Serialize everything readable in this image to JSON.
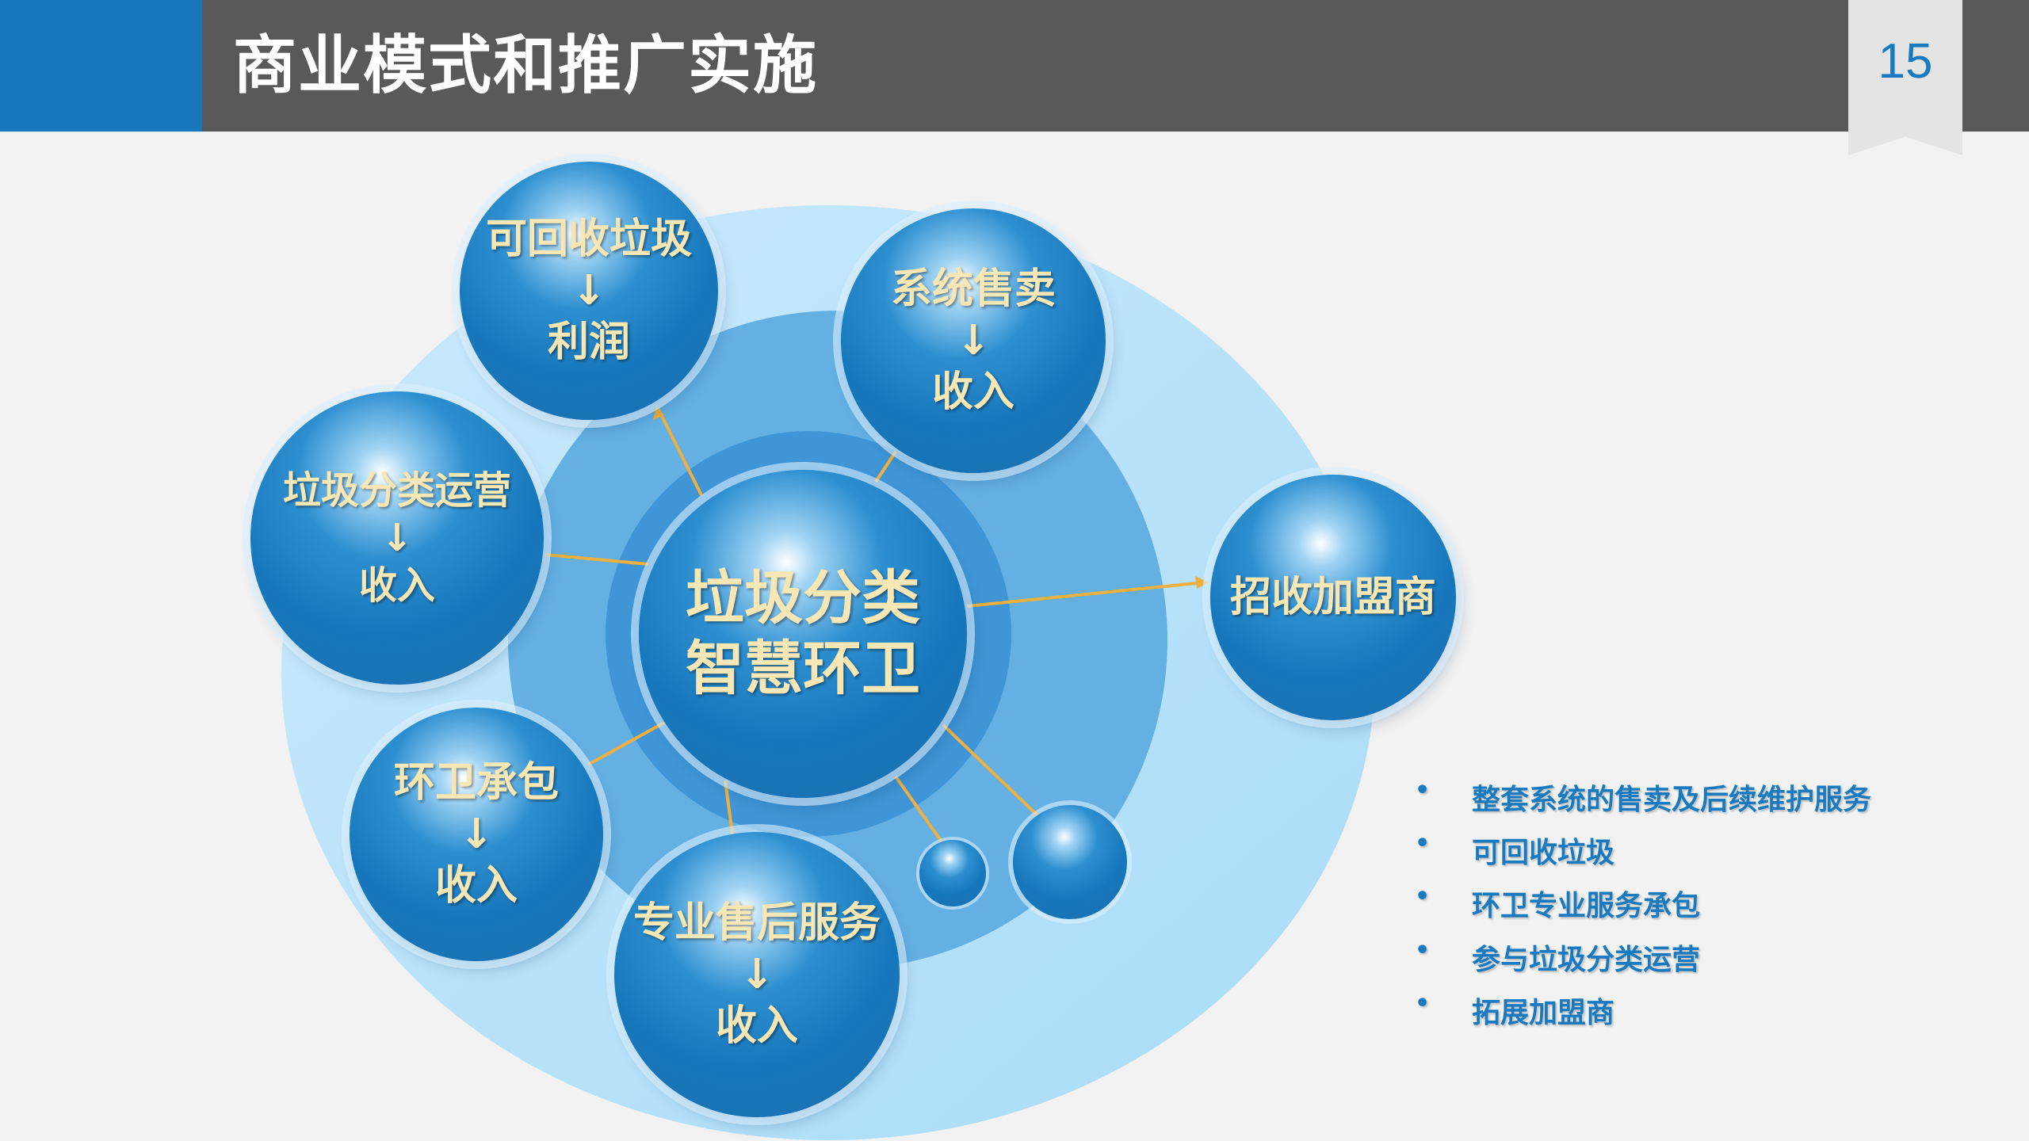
{
  "header": {
    "title": "商业模式和推广实施",
    "page_number": "15"
  },
  "diagram": {
    "center": {
      "line1": "垃圾分类",
      "line2": "智慧环卫"
    },
    "arrow": "↓",
    "nodes": [
      {
        "top": "可回收垃圾",
        "bottom": "利润"
      },
      {
        "top": "系统售卖",
        "bottom": "收入"
      },
      {
        "top": "垃圾分类运营",
        "bottom": "收入"
      },
      {
        "top": "招收加盟商"
      },
      {
        "top": "环卫承包",
        "bottom": "收入"
      },
      {
        "top": "专业售后服务",
        "bottom": "收入"
      }
    ]
  },
  "bullets": [
    "整套系统的售卖及后续维护服务",
    "可回收垃圾",
    "环卫专业服务承包",
    "参与垃圾分类运营",
    "拓展加盟商"
  ],
  "bullet_symbol": "•",
  "colors": {
    "accent": "#1777bc",
    "header": "#595959",
    "connector": "#f0b040",
    "text_cream": "#f7e7b4"
  }
}
